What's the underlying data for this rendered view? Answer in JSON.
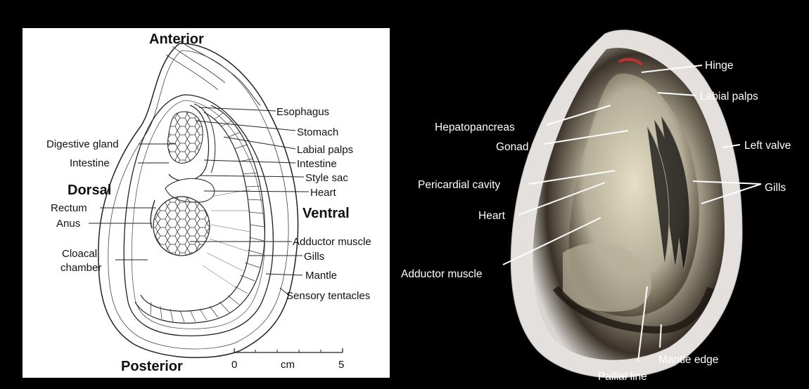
{
  "diagram": {
    "directions": {
      "anterior": "Anterior",
      "posterior": "Posterior",
      "dorsal": "Dorsal",
      "ventral": "Ventral"
    },
    "labels": {
      "esophagus": "Esophagus",
      "stomach": "Stomach",
      "digestive_gland": "Digestive gland",
      "labial_palps": "Labial palps",
      "intestine_left": "Intestine",
      "intestine_right": "Intestine",
      "style_sac": "Style sac",
      "heart": "Heart",
      "rectum": "Rectum",
      "anus": "Anus",
      "adductor_muscle": "Adductor muscle",
      "gills": "Gills",
      "cloacal_chamber_1": "Cloacal",
      "cloacal_chamber_2": "chamber",
      "mantle": "Mantle",
      "sensory_tentacles": "Sensory tentacles"
    },
    "scale": {
      "start": "0",
      "unit": "cm",
      "end": "5"
    }
  },
  "photo": {
    "labels": {
      "hinge": "Hinge",
      "labial_palps": "Labial palps",
      "hepatopancreas": "Hepatopancreas",
      "gonad": "Gonad",
      "left_valve": "Left valve",
      "pericardial_cavity": "Pericardial cavity",
      "gills": "Gills",
      "heart": "Heart",
      "adductor_muscle": "Adductor muscle",
      "mantle_edge": "Mantle edge",
      "pallial_line": "Pallial line"
    }
  },
  "colors": {
    "background": "#000000",
    "diagram_panel": "#ffffff",
    "label_text_photo": "#ffffff"
  }
}
